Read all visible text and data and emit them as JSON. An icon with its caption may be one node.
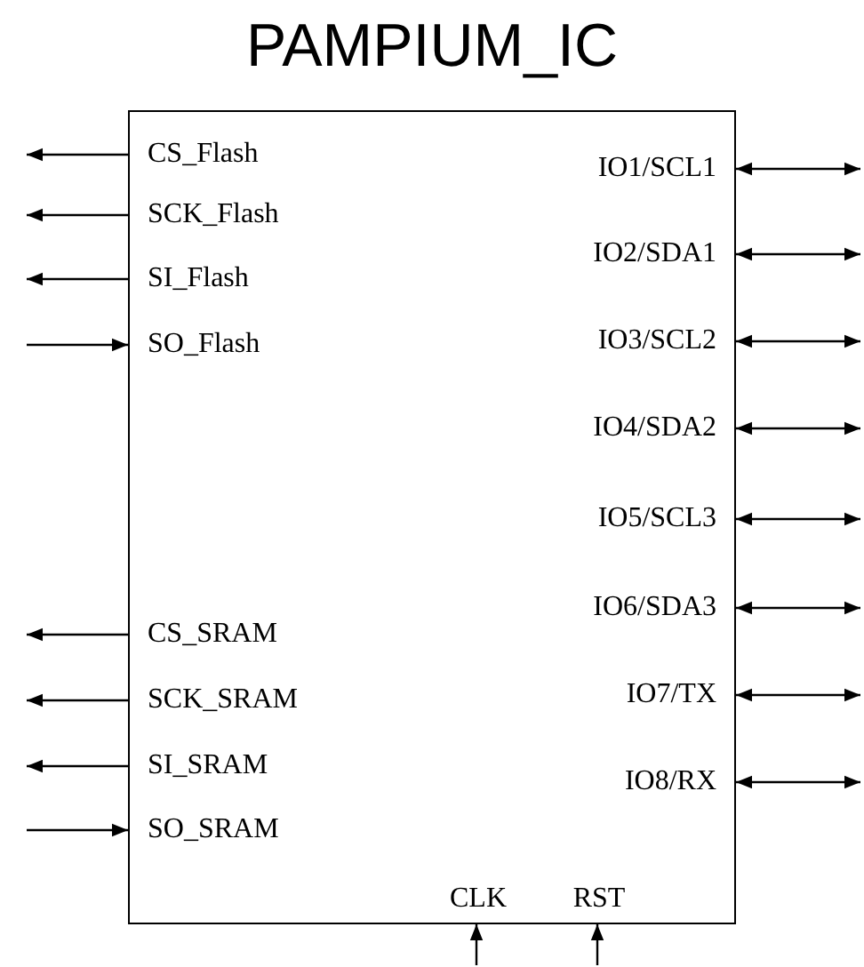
{
  "diagram": {
    "title": "PAMPIUM_IC",
    "nodes": [
      {
        "text": [],
        "shape": "box"
      },
      {
        "text": [
          "CS_Flash"
        ],
        "in": 0
      },
      {
        "text": [
          "SCK_Flash"
        ],
        "in": 0
      },
      {
        "text": [
          "SI_Flash"
        ],
        "in": 0
      },
      {
        "text": [
          "SO_Flash"
        ],
        "in": 0
      },
      {
        "text": [
          "CS_SRAM"
        ],
        "in": 0
      },
      {
        "text": [
          "SCK_SRAM"
        ],
        "in": 0
      },
      {
        "text": [
          "SI_SRAM"
        ],
        "in": 0
      },
      {
        "text": [
          "SO_SRAM"
        ],
        "in": 0
      },
      {
        "text": [
          "IO1/SCL1"
        ],
        "in": 0
      },
      {
        "text": [
          "IO2/SDA1"
        ],
        "in": 0
      },
      {
        "text": [
          "IO3/SCL2"
        ],
        "in": 0
      },
      {
        "text": [
          "IO4/SDA2"
        ],
        "in": 0
      },
      {
        "text": [
          "IO5/SCL3"
        ],
        "in": 0
      },
      {
        "text": [
          "IO6/SDA3"
        ],
        "in": 0
      },
      {
        "text": [
          "IO7/TX"
        ],
        "in": 0
      },
      {
        "text": [
          "IO8/RX"
        ],
        "in": 0
      },
      {
        "text": [
          "CLK"
        ],
        "in": 0
      },
      {
        "text": [
          "RST"
        ],
        "in": 0
      }
    ],
    "edges": [
      {
        "from": 1,
        "to": null,
        "arrow": "to"
      },
      {
        "from": 2,
        "to": null,
        "arrow": "to"
      },
      {
        "from": 3,
        "to": null,
        "arrow": "to"
      },
      {
        "from": null,
        "to": 4,
        "arrow": "to"
      },
      {
        "from": 5,
        "to": null,
        "arrow": "to"
      },
      {
        "from": 6,
        "to": null,
        "arrow": "to"
      },
      {
        "from": 7,
        "to": null,
        "arrow": "to"
      },
      {
        "from": null,
        "to": 8,
        "arrow": "to"
      },
      {
        "from": 9,
        "to": null,
        "arrow": "both"
      },
      {
        "from": 10,
        "to": null,
        "arrow": "both"
      },
      {
        "from": 11,
        "to": null,
        "arrow": "both"
      },
      {
        "from": 12,
        "to": null,
        "arrow": "both"
      },
      {
        "from": 13,
        "to": null,
        "arrow": "both"
      },
      {
        "from": 14,
        "to": null,
        "arrow": "both"
      },
      {
        "from": 15,
        "to": null,
        "arrow": "both"
      },
      {
        "from": 16,
        "to": null,
        "arrow": "both"
      },
      {
        "from": null,
        "to": 17,
        "arrow": "to"
      },
      {
        "from": null,
        "to": 18,
        "arrow": "to"
      }
    ]
  }
}
